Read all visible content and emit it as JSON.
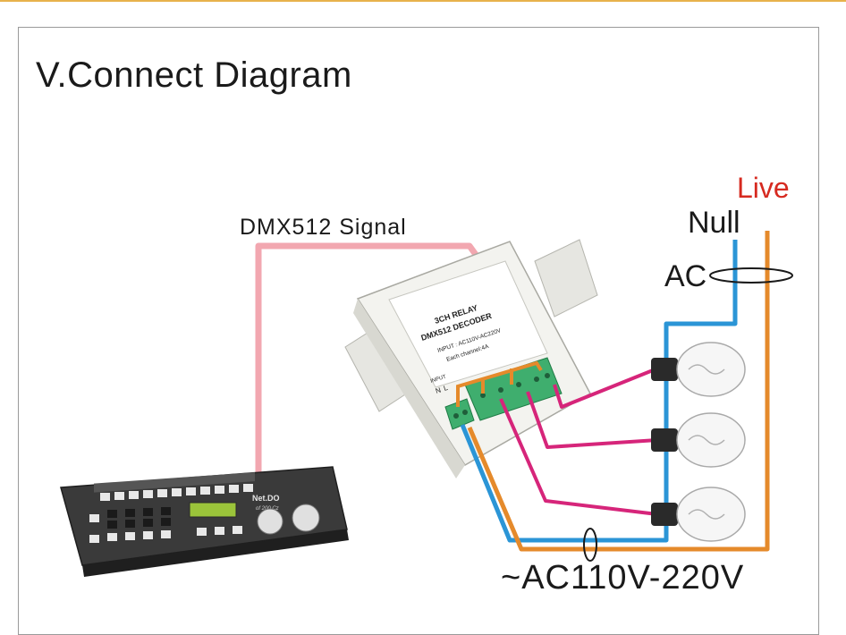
{
  "title": "V.Connect Diagram",
  "labels": {
    "signal": "DMX512 Signal",
    "live": "Live",
    "null": "Null",
    "ac": "AC",
    "supply": "~AC110V-220V"
  },
  "decoder": {
    "line1": "3CH RELAY",
    "line2": "DMX512 DECODER",
    "line3": "INPUT : AC110V-AC220V",
    "line4": "Each channel:4A",
    "input_label": "INPUT",
    "terminal_n": "N",
    "terminal_l": "L"
  },
  "console": {
    "brand": "Net.DO",
    "model": "of 200 Cz"
  },
  "colors": {
    "signal_wire": "#f2a7b0",
    "null_wire": "#2b95d6",
    "live_wire": "#e58a2b",
    "channel_wire": "#d6257a",
    "live_text": "#d62a20",
    "frame_top": "#e8b24c"
  },
  "icons": {
    "bulb": "light-bulb-icon",
    "console": "dmx-console",
    "decoder": "relay-decoder-box"
  }
}
